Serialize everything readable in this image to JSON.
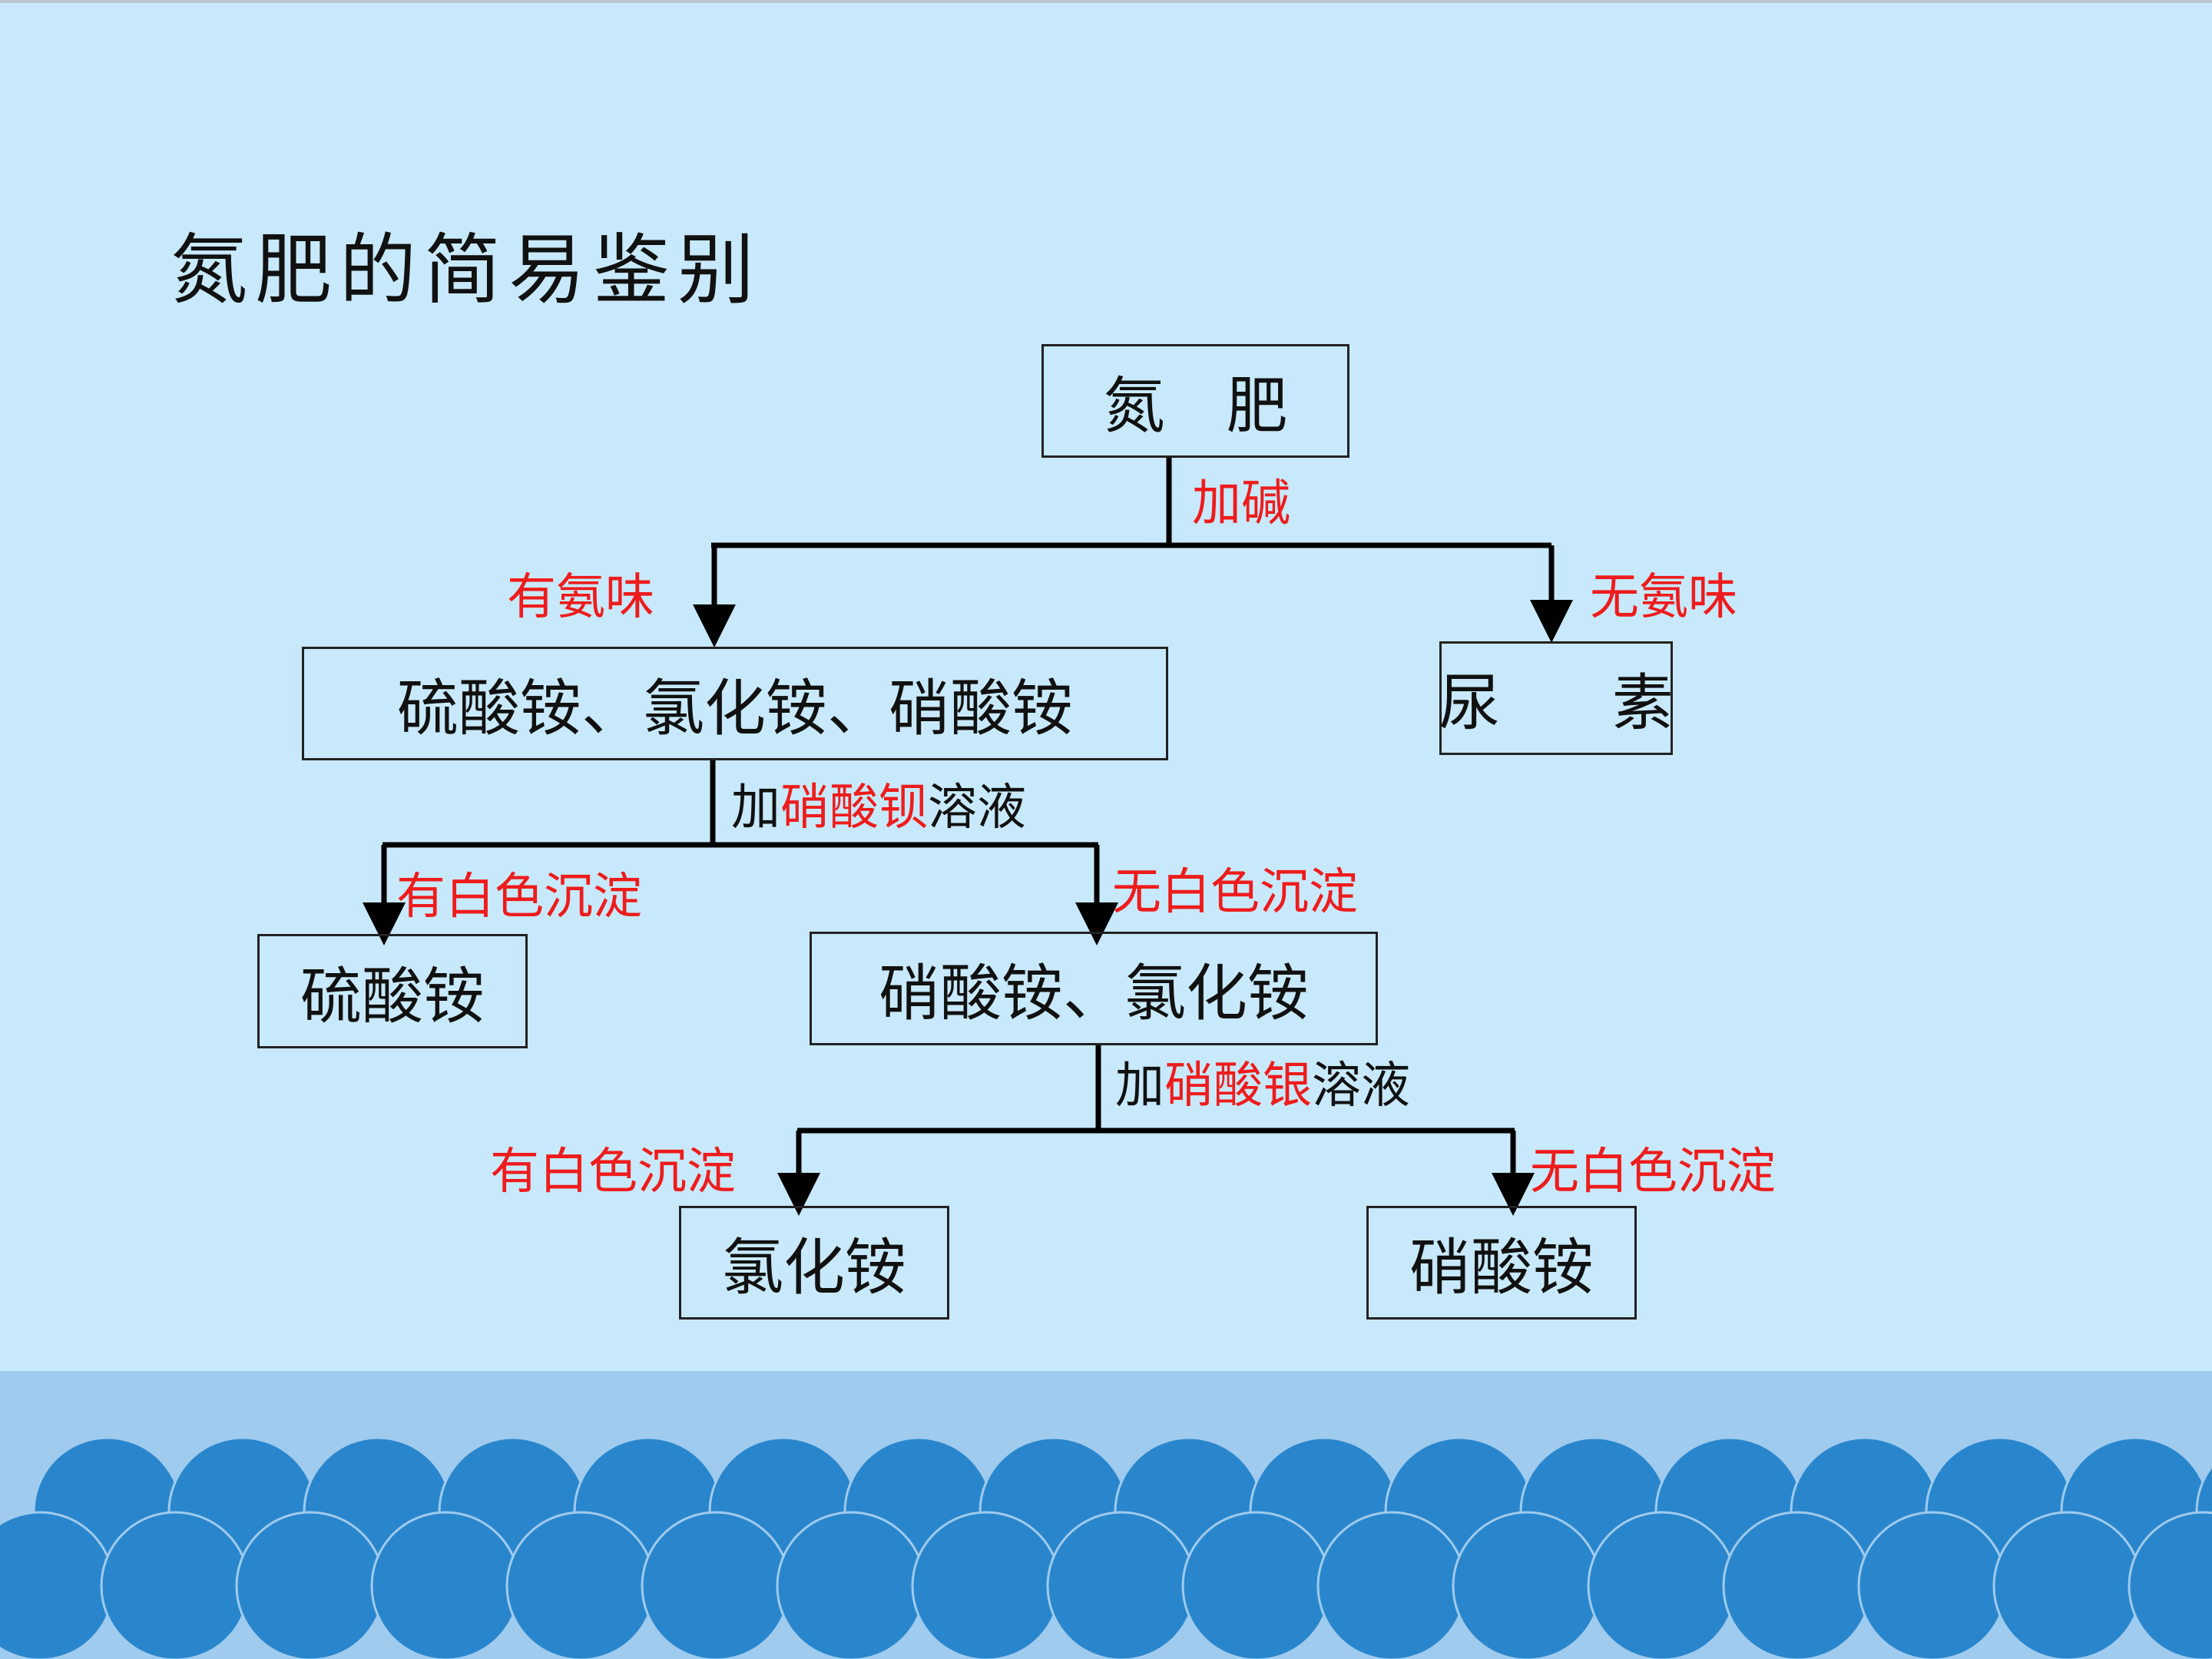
{
  "title": "氮肥的简易鉴别",
  "nodes": {
    "root": "氮　肥",
    "ammonium_group": "硫酸铵、氯化铵、硝酸铵",
    "urea": "尿 素",
    "ammonium_sulfate": "硫酸铵",
    "nitrate_chloride": "硝酸铵、氯化铵",
    "ammonium_chloride": "氯化铵",
    "ammonium_nitrate": "硝酸铵"
  },
  "edges": {
    "add_base": "加碱",
    "has_ammonia_smell": "有氨味",
    "no_ammonia_smell": "无氨味",
    "add_prefix_1": "加",
    "reagent_1": "硝酸钡",
    "solution_suffix_1": "溶液",
    "white_precipitate_1": "有白色沉淀",
    "no_white_precipitate_1": "无白色沉淀",
    "add_prefix_2": "加",
    "reagent_2": "硝酸银",
    "solution_suffix_2": "溶液",
    "white_precipitate_2": "有白色沉淀",
    "no_white_precipitate_2": "无白色沉淀"
  },
  "colors": {
    "background": "#c8e9fb",
    "band": "#9fcbee",
    "wave": "#2a86cc",
    "condition_text": "#ee1c1c",
    "line": "#000000"
  }
}
